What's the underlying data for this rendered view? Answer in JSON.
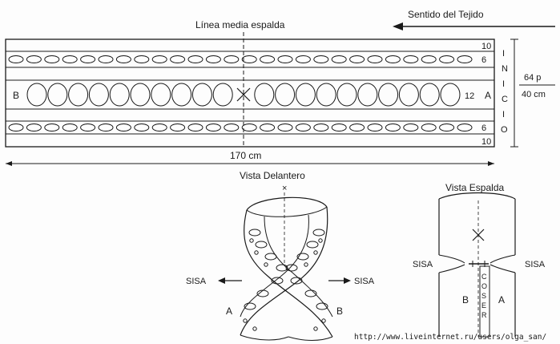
{
  "top_panel": {
    "direction_label": "Sentido del Tejido",
    "center_line_label": "Línea media espalda",
    "row_counts": [
      "10",
      "6",
      "",
      "12",
      "",
      "6",
      "10"
    ],
    "side_letters": [
      "I",
      "N",
      "I",
      "C",
      "I",
      "O"
    ],
    "width_label": "170 cm",
    "height_label_top": "64 p",
    "height_label_bottom": "40 cm",
    "letter_left": "B",
    "letter_right": "A"
  },
  "front_view": {
    "title": "Vista Delantero",
    "top_mark": "×",
    "sisa_left": "SISA",
    "sisa_right": "SISA",
    "letter_left": "A",
    "letter_right": "B"
  },
  "back_view": {
    "title": "Vista Espalda",
    "sisa_left": "SISA",
    "sisa_right": "SISA",
    "letter_left": "B",
    "letter_right": "A",
    "sew_letters": [
      "C",
      "O",
      "S",
      "E",
      "R"
    ]
  },
  "watermark": "http://www.liveinternet.ru/users/olga_san/"
}
